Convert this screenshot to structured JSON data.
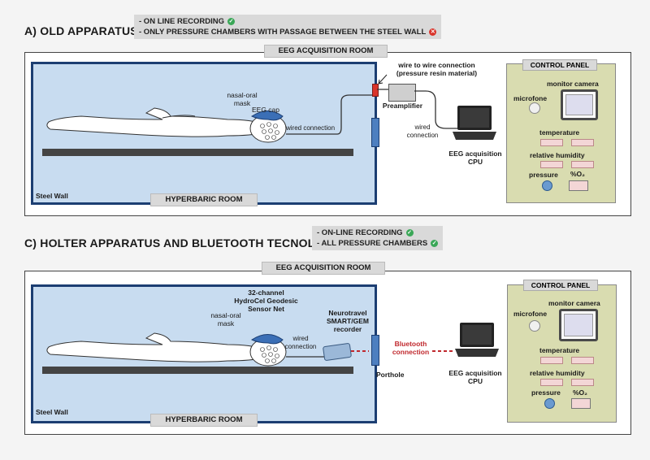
{
  "sectionA": {
    "title": "A) OLD APPARATUS",
    "notes": [
      "- ON LINE RECORDING",
      "- ONLY PRESSURE CHAMBERS WITH PASSAGE BETWEEN THE STEEL WALL"
    ],
    "room_label": "EEG ACQUISITION ROOM",
    "hyper_label": "HYPERBARIC ROOM",
    "steel_wall": "Steel Wall",
    "nasal_oral_mask": [
      "nasal-oral",
      "mask"
    ],
    "eeg_cap": "EEG cap",
    "wired_connection_1": "wired connection",
    "wire_to_wire": [
      "wire to wire connection",
      "(pressure resin material)"
    ],
    "preamplifier": "Preamplifier",
    "wired_connection_2": [
      "wired",
      "connection"
    ],
    "eeg_cpu": [
      "EEG acquisition",
      "CPU"
    ],
    "control_panel": {
      "title": "CONTROL PANEL",
      "microfone": "microfone",
      "monitor_camera": "monitor camera",
      "temperature": "temperature",
      "humidity": "relative humidity",
      "pressure": "pressure",
      "o2": "%O₂"
    }
  },
  "sectionC": {
    "title": "C) HOLTER APPARATUS AND BLUETOOTH TECNOLOGY",
    "notes": [
      "- ON-LINE RECORDING",
      "- ALL PRESSURE CHAMBERS"
    ],
    "room_label": "EEG ACQUISITION ROOM",
    "hyper_label": "HYPERBARIC ROOM",
    "steel_wall": "Steel Wall",
    "nasal_oral_mask": [
      "nasal-oral",
      "mask"
    ],
    "sensor_net": [
      "32-channel",
      "HydroCel Geodesic",
      "Sensor Net"
    ],
    "recorder": [
      "Neurotravel",
      "SMART/GEM",
      "recorder"
    ],
    "wired_connection": [
      "wired",
      "connection"
    ],
    "porthole": "Porthole",
    "bluetooth": [
      "Bluetooth",
      "connection"
    ],
    "eeg_cpu": [
      "EEG acquisition",
      "CPU"
    ],
    "control_panel": {
      "title": "CONTROL PANEL",
      "microfone": "microfone",
      "monitor_camera": "monitor camera",
      "temperature": "temperature",
      "humidity": "relative humidity",
      "pressure": "pressure",
      "o2": "%O₂"
    }
  },
  "colors": {
    "positive": "#3aa757",
    "negative": "#d9342b",
    "hyper_border": "#1c3e72",
    "bluetooth": "#c0282d"
  }
}
